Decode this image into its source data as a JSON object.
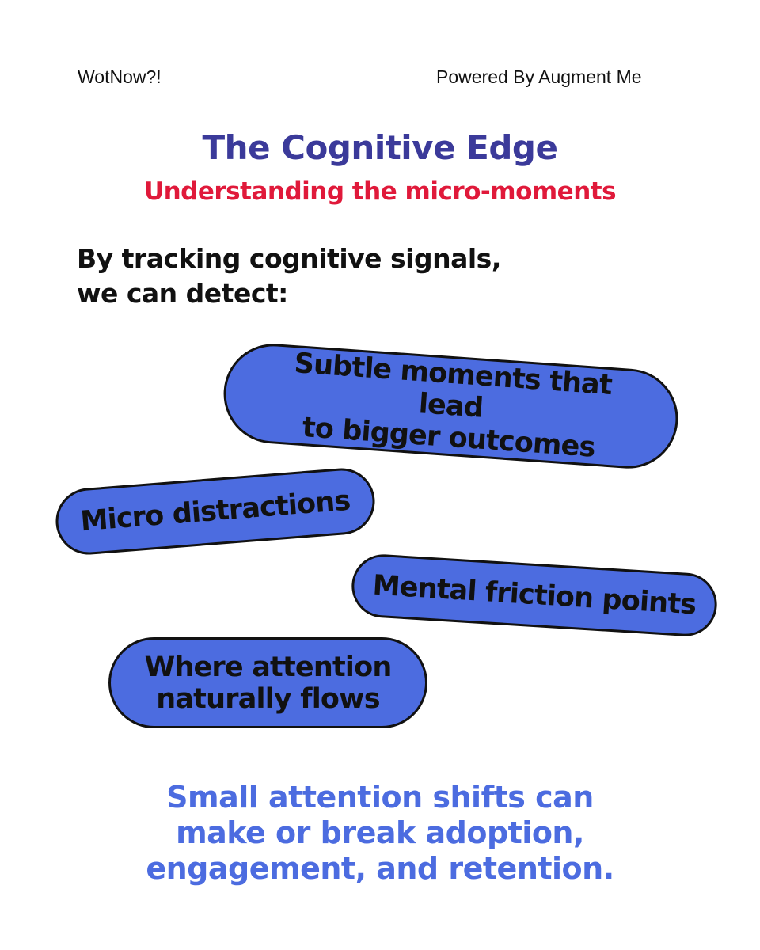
{
  "header": {
    "brand": "WotNow?!",
    "powered_by": "Powered By Augment Me"
  },
  "title": "The Cognitive Edge",
  "subtitle": "Understanding the micro-moments",
  "intro": {
    "line1": "By tracking cognitive signals,",
    "line2": "we can detect:"
  },
  "pills": [
    {
      "line1": "Subtle moments that lead",
      "line2": "to bigger outcomes"
    },
    {
      "line1": "Micro distractions"
    },
    {
      "line1": "Mental friction points"
    },
    {
      "line1": "Where attention",
      "line2": "naturally flows"
    }
  ],
  "closing": {
    "line1": "Small attention shifts can",
    "line2": "make or break adoption,",
    "line3": "engagement, and retention."
  },
  "colors": {
    "title": "#3b3a9a",
    "subtitle": "#e0193a",
    "pill_fill": "#4c6ce0",
    "pill_border": "#111111",
    "closing": "#4c6ce0",
    "background": "#ffffff"
  }
}
